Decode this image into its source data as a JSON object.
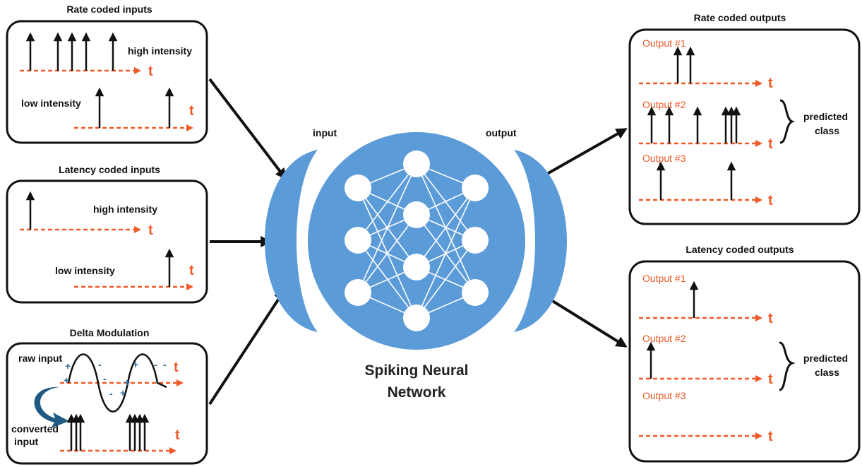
{
  "inputs": {
    "rate": {
      "title": "Rate coded inputs",
      "high_label": "high intensity",
      "low_label": "low intensity"
    },
    "latency": {
      "title": "Latency coded inputs",
      "high_label": "high intensity",
      "low_label": "low intensity"
    },
    "delta": {
      "title": "Delta Modulation",
      "raw_label": "raw input",
      "converted_label_1": "converted",
      "converted_label_2": "input"
    }
  },
  "time_symbol": "t",
  "network": {
    "input_label": "input",
    "output_label": "output",
    "title_line1": "Spiking Neural",
    "title_line2": "Network"
  },
  "outputs": {
    "rate": {
      "title": "Rate coded outputs",
      "labels": [
        "Output #1",
        "Output #2",
        "Output #3"
      ],
      "predicted_line1": "predicted",
      "predicted_line2": "class"
    },
    "latency": {
      "title": "Latency coded outputs",
      "labels": [
        "Output #1",
        "Output #2",
        "Output #3"
      ],
      "predicted_line1": "predicted",
      "predicted_line2": "class"
    }
  },
  "delta_signs": [
    "+",
    "+",
    "-",
    "-",
    "+",
    "+",
    "-",
    "-",
    "+",
    "-"
  ],
  "colors": {
    "time_axis": "#ef5a28",
    "network_blue": "#5b9bd8",
    "circular_arrow": "#1e5a84",
    "sign_color": "#2a6a9a"
  }
}
